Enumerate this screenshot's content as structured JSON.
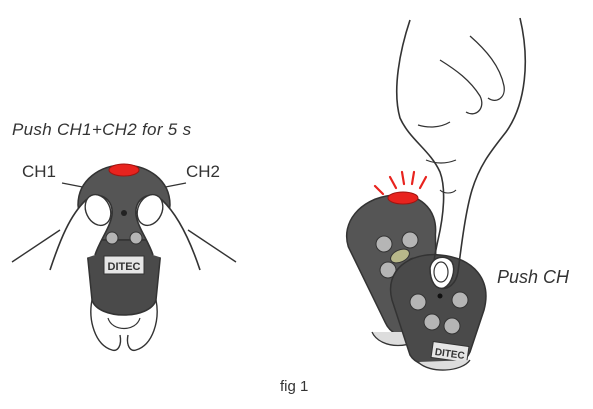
{
  "left_panel": {
    "instruction": "Push CH1+CH2 for 5 s",
    "label_ch1": "CH1",
    "label_ch2": "CH2",
    "brand": "DITEC"
  },
  "right_panel": {
    "instruction": "Push CH",
    "brand": "DITEC"
  },
  "figure_caption": "fig 1",
  "colors": {
    "line": "#333333",
    "remote_body": "#555555",
    "remote_dark": "#444444",
    "button_light": "#b5b5b5",
    "led_red": "#e8231e"
  }
}
